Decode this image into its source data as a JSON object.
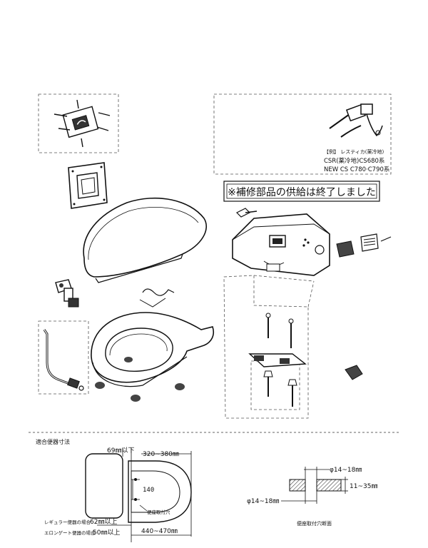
{
  "notice": {
    "text": "※補修部品の供給は終了しました"
  },
  "example_box": {
    "line1": "【例】 レスティカ(薬冷地)",
    "line2": "CSR(薬冷地)CS680系",
    "line3": "NEW CS C780·C790系"
  },
  "dimensions": {
    "section_title": "適合便器寸法",
    "top_gap": "69㎜以下",
    "fixing_range": "320~380㎜",
    "hole_spacing": "140",
    "fixing_hole_label": "便座取付穴",
    "regular_label": "レギュラー便器の場合",
    "regular_value": "62㎜以上",
    "elongated_label": "エロンゲート便器の場合",
    "elongated_value": "50㎜以上",
    "total_length": "440~470㎜"
  },
  "hole_section": {
    "top_diameter": "φ14~18㎜",
    "thickness": "11~35㎜",
    "bottom_diameter": "φ14~18㎜",
    "caption": "便座取付穴断面"
  }
}
